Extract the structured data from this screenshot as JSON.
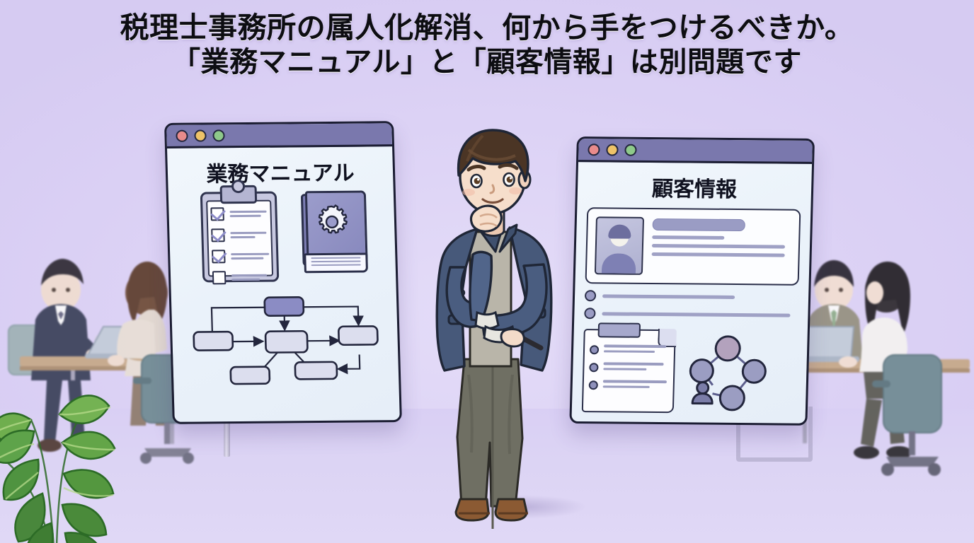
{
  "title": {
    "line1": "税理士事務所の属人化解消、何から手をつけるべきか。",
    "line2": "「業務マニュアル」と「顧客情報」は別問題です"
  },
  "colors": {
    "background": "#dcd2f5",
    "panel_fill": "#eef4fb",
    "panel_border": "#1b1d32",
    "chrome": "#7a78ad",
    "accent_purple": "#8b8cc4",
    "line_gray": "#9a9cc0",
    "dot_red": "#e98b8b",
    "dot_yellow": "#eec268",
    "dot_green": "#8ec98a",
    "plant_green": "#5ea34a",
    "blazer_navy": "#47597a",
    "trouser_gray": "#6f6f63",
    "shoe_brown": "#8b5a33"
  },
  "panel_left": {
    "name": "業務マニュアル ウィンドウ",
    "heading": "業務マニュアル",
    "window_dots": [
      "close",
      "minimize",
      "maximize"
    ],
    "clipboard": {
      "label": "チェックリスト",
      "items": [
        {
          "checked": true
        },
        {
          "checked": true
        },
        {
          "checked": true
        },
        {
          "checked": false
        }
      ]
    },
    "book": {
      "label": "マニュアル本",
      "icon": "gear-icon"
    },
    "flowchart": {
      "label": "業務フロー図",
      "nodes": [
        {
          "id": "head",
          "highlight": true
        },
        {
          "id": "left",
          "highlight": false
        },
        {
          "id": "center",
          "highlight": false
        },
        {
          "id": "right",
          "highlight": false
        },
        {
          "id": "bottom-left",
          "highlight": false
        },
        {
          "id": "bottom-right",
          "highlight": false
        }
      ]
    }
  },
  "panel_right": {
    "name": "顧客情報 ウィンドウ",
    "heading": "顧客情報",
    "window_dots": [
      "close",
      "minimize",
      "maximize"
    ],
    "profile_card": {
      "label": "顧客プロフィールカード",
      "avatar": "person-avatar-icon",
      "bullet_rows": 2
    },
    "document": {
      "label": "顧客メモ",
      "bullet_groups": 3
    },
    "network": {
      "label": "関係図",
      "nodes": 4,
      "person_icon": true
    }
  },
  "scene": {
    "center_person": "考え込むビジネスマン",
    "background_left": "打ち合わせ中の社員2名",
    "background_right": "ノートPCで作業する社員2名",
    "foreground_plant": "観葉植物"
  }
}
